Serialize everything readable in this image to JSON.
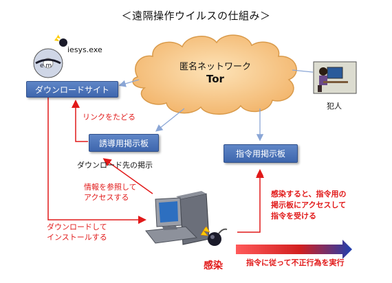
{
  "title": "＜遠隔操作ウイルスの仕組み＞",
  "virus_file": "iesys.exe",
  "cloud": {
    "line1": "匿名ネットワーク",
    "line2": "Tor"
  },
  "culprit_label": "犯人",
  "boxes": {
    "download_site": "ダウンロードサイト",
    "guide_board": "誘導用掲示板",
    "command_board": "指令用掲示板"
  },
  "labels": {
    "follow_link": "リンクをたどる",
    "download_post": "ダウンロード先の掲示",
    "access_info_1": "情報を参照して",
    "access_info_2": "アクセスする",
    "install_1": "ダウンロードして",
    "install_2": "インストールする",
    "infected_access_1": "感染すると、指令用の",
    "infected_access_2": "掲示板にアクセスして",
    "infected_access_3": "指令を受ける",
    "infection": "感染",
    "execute": "指令に従って不正行為を実行"
  },
  "colors": {
    "box": "#4a72b8",
    "red": "#e11919",
    "cloud": "#f6c98a",
    "arrow_blue": "#8aa6d6"
  }
}
